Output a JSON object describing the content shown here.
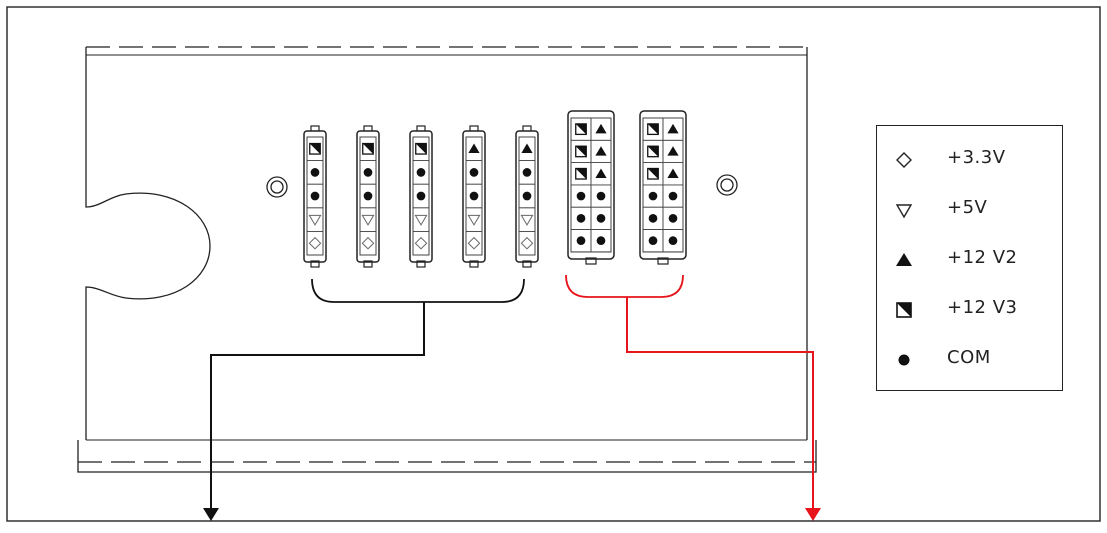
{
  "legend": {
    "items": [
      {
        "symbol": "diamond-outline",
        "label": "+3.3V"
      },
      {
        "symbol": "triangle-down-outline",
        "label": "+5V"
      },
      {
        "symbol": "triangle-up-filled",
        "label": "+12 V2"
      },
      {
        "symbol": "half-filled-square",
        "label": "+12 V3"
      },
      {
        "symbol": "filled-circle",
        "label": "COM"
      }
    ]
  },
  "colors": {
    "outline": "#222222",
    "black_group": "#111111",
    "red_group": "#e8141c"
  },
  "connectors": {
    "five_pin": [
      [
        "half-filled-square",
        "filled-circle",
        "filled-circle",
        "triangle-down-outline",
        "diamond-outline"
      ],
      [
        "half-filled-square",
        "filled-circle",
        "filled-circle",
        "triangle-down-outline",
        "diamond-outline"
      ],
      [
        "half-filled-square",
        "filled-circle",
        "filled-circle",
        "triangle-down-outline",
        "diamond-outline"
      ],
      [
        "triangle-up-filled",
        "filled-circle",
        "filled-circle",
        "triangle-down-outline",
        "diamond-outline"
      ],
      [
        "triangle-up-filled",
        "filled-circle",
        "filled-circle",
        "triangle-down-outline",
        "diamond-outline"
      ]
    ],
    "twelve_pin": [
      [
        [
          "half-filled-square",
          "triangle-up-filled"
        ],
        [
          "half-filled-square",
          "triangle-up-filled"
        ],
        [
          "half-filled-square",
          "triangle-up-filled"
        ],
        [
          "filled-circle",
          "filled-circle"
        ],
        [
          "filled-circle",
          "filled-circle"
        ],
        [
          "filled-circle",
          "filled-circle"
        ]
      ],
      [
        [
          "half-filled-square",
          "triangle-up-filled"
        ],
        [
          "half-filled-square",
          "triangle-up-filled"
        ],
        [
          "half-filled-square",
          "triangle-up-filled"
        ],
        [
          "filled-circle",
          "filled-circle"
        ],
        [
          "filled-circle",
          "filled-circle"
        ],
        [
          "filled-circle",
          "filled-circle"
        ]
      ]
    ]
  }
}
